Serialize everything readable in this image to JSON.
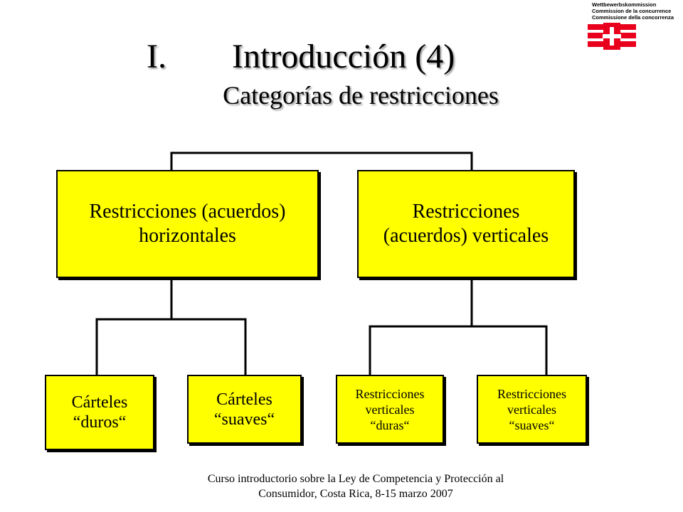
{
  "logo": {
    "line1": "Wettbewerbskommission",
    "line2": "Commission de la concurrence",
    "line3": "Commissione della concorrenza",
    "flag_color": "#e8001c"
  },
  "title": {
    "number": "I.",
    "text": "Introducción (4)"
  },
  "subtitle": "Categorías de restricciones",
  "boxes": {
    "horizontal": "Restricciones (acuerdos)\nhorizontales",
    "vertical": "Restricciones\n(acuerdos) verticales",
    "carteles_duros": "Cárteles\n“duros“",
    "carteles_suaves": "Cárteles\n“suaves“",
    "verticales_duras": "Restricciones\nverticales\n“duras“",
    "verticales_suaves": "Restricciones\nverticales\n“suaves“"
  },
  "colors": {
    "box_fill": "#ffff00",
    "line": "#000000"
  },
  "footer": "Curso introductorio sobre la Ley de Competencia y Protección al\nConsumidor, Costa Rica, 8-15 marzo 2007"
}
